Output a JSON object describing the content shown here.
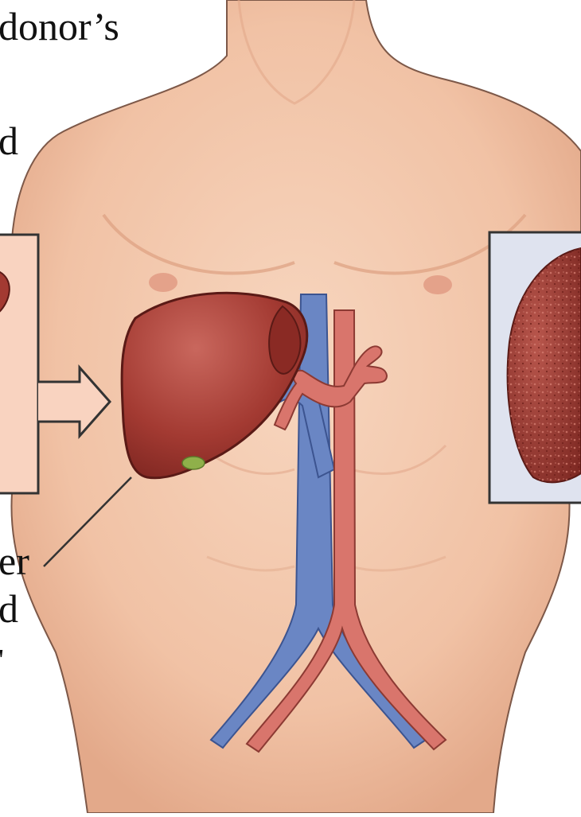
{
  "labels": {
    "donor": "donor’s",
    "line_d_top": "d",
    "line_er": "er",
    "line_d_bottom": "d",
    "line_tail": "'"
  },
  "colors": {
    "skin": "#f4c9ad",
    "skin_shadow": "#e9b091",
    "liver": "#a33a32",
    "liver_highlight": "#c9675d",
    "vein": "#6a86c4",
    "artery": "#d9756c",
    "gallbladder": "#8fb04a",
    "inset_left_bg": "#f9d3c0",
    "inset_right_bg": "#dfe3ef",
    "diseased_liver": "#9c3a33"
  },
  "icons": {
    "arrow": "right-arrow-icon"
  }
}
